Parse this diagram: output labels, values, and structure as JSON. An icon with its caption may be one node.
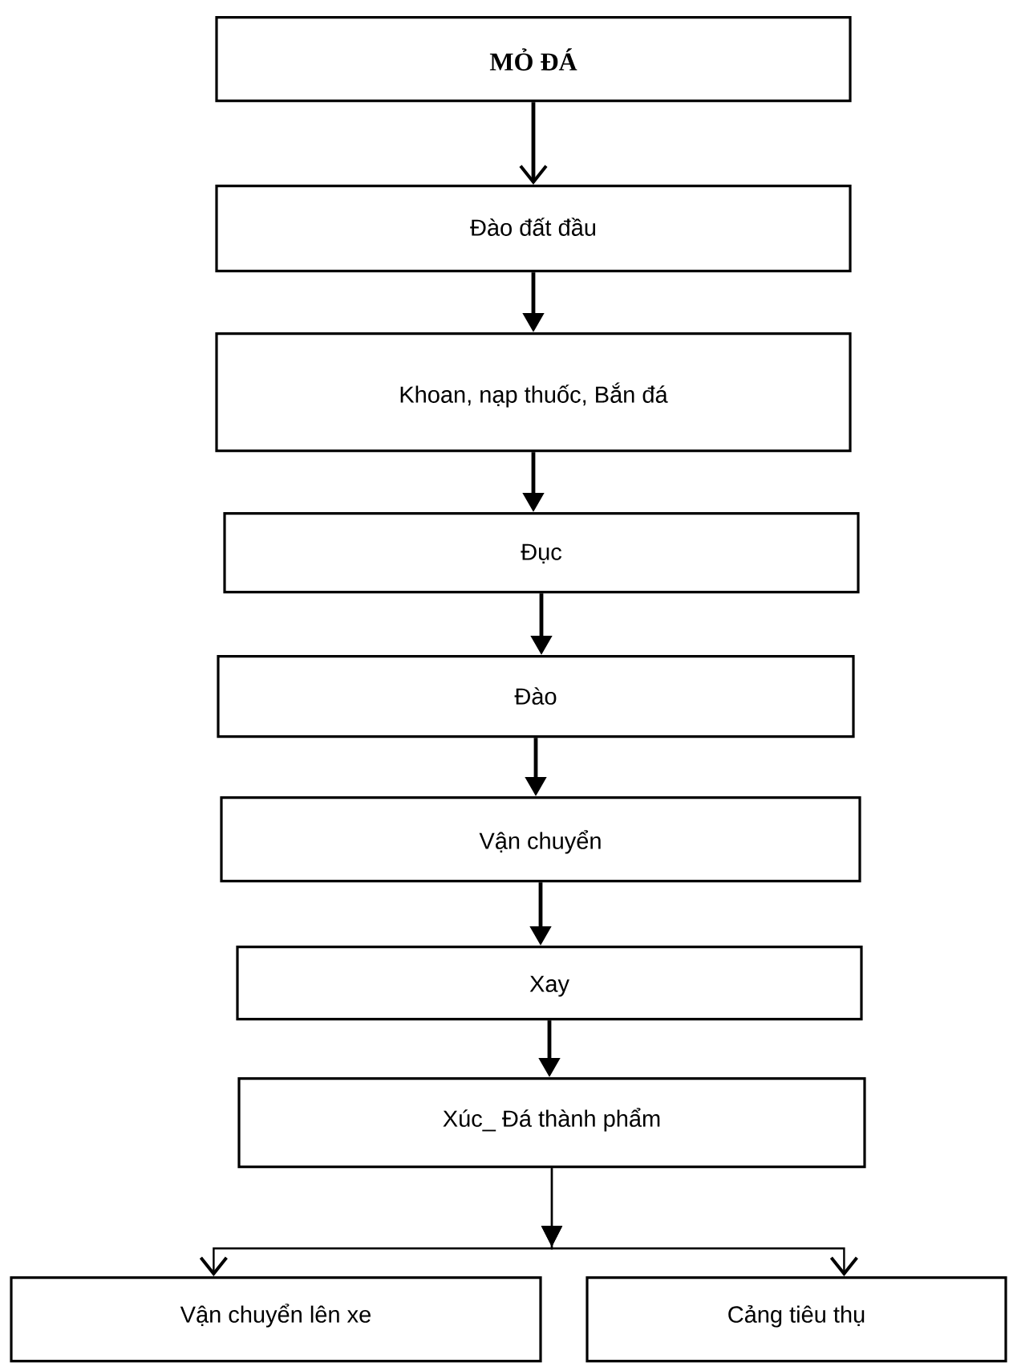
{
  "diagram": {
    "nodes": [
      {
        "text": [
          "MỎ ĐÁ"
        ]
      },
      {
        "text": [
          "Đào đất đầu"
        ]
      },
      {
        "text": [
          "Khoan, nạp thuốc, Bắn đá"
        ]
      },
      {
        "text": [
          "Đục"
        ]
      },
      {
        "text": [
          "Đào"
        ]
      },
      {
        "text": [
          "Vận chuyển"
        ]
      },
      {
        "text": [
          "Xay"
        ]
      },
      {
        "text": [
          "Xúc_ Đá thành phẩm"
        ]
      },
      {
        "text": [
          "Vận chuyển lên xe"
        ]
      },
      {
        "text": [
          "Cảng tiêu thụ"
        ]
      }
    ],
    "edges": [
      {
        "from": 0,
        "to": 1,
        "arrow": "to"
      },
      {
        "from": 1,
        "to": 2,
        "arrow": "to"
      },
      {
        "from": 2,
        "to": 3,
        "arrow": "to"
      },
      {
        "from": 3,
        "to": 4,
        "arrow": "to"
      },
      {
        "from": 4,
        "to": 5,
        "arrow": "to"
      },
      {
        "from": 5,
        "to": 6,
        "arrow": "to"
      },
      {
        "from": 6,
        "to": 7,
        "arrow": "to"
      },
      {
        "from": 7,
        "to": 8,
        "arrow": "to"
      },
      {
        "from": 7,
        "to": 9,
        "arrow": "to"
      }
    ]
  }
}
